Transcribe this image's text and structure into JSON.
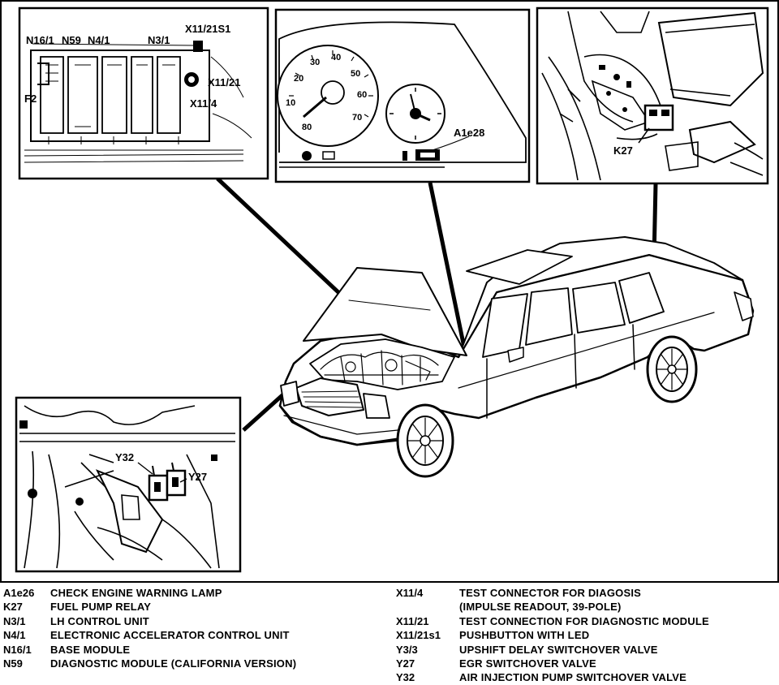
{
  "callouts": {
    "fuse_box": [
      "N16/1",
      "N59",
      "N4/1",
      "N3/1",
      "X11/21S1",
      "X11/21",
      "X11/4",
      "F2"
    ],
    "cluster": [
      "A1e28"
    ],
    "relay": [
      "K27"
    ],
    "valves": [
      "Y32",
      "Y27"
    ]
  },
  "cluster_dials": [
    "10",
    "20",
    "30",
    "40",
    "50",
    "60",
    "70",
    "80"
  ],
  "legend_left": [
    {
      "code": "A1e26",
      "desc": "CHECK ENGINE WARNING LAMP"
    },
    {
      "code": "K27",
      "desc": "FUEL PUMP RELAY"
    },
    {
      "code": "N3/1",
      "desc": "LH CONTROL UNIT"
    },
    {
      "code": "N4/1",
      "desc": "ELECTRONIC ACCELERATOR CONTROL UNIT"
    },
    {
      "code": "N16/1",
      "desc": "BASE MODULE"
    },
    {
      "code": "N59",
      "desc": "DIAGNOSTIC MODULE (CALIFORNIA VERSION)"
    }
  ],
  "legend_right": [
    {
      "code": "X11/4",
      "desc": "TEST CONNECTOR FOR DIAGOSIS"
    },
    {
      "code": "",
      "desc": "(IMPULSE READOUT, 39-POLE)"
    },
    {
      "code": "X11/21",
      "desc": "TEST CONNECTION FOR DIAGNOSTIC MODULE"
    },
    {
      "code": "X11/21s1",
      "desc": "PUSHBUTTON WITH LED"
    },
    {
      "code": "Y3/3",
      "desc": "UPSHIFT DELAY SWITCHOVER VALVE"
    },
    {
      "code": "Y27",
      "desc": "EGR SWITCHOVER VALVE"
    },
    {
      "code": "Y32",
      "desc": "AIR INJECTION PUMP SWITCHOVER VALVE"
    }
  ]
}
